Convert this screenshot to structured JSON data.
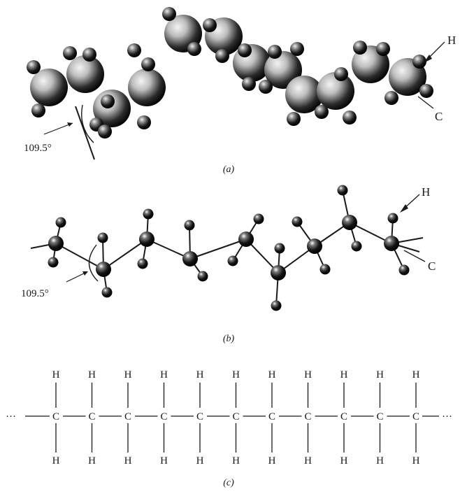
{
  "figure": {
    "panel_a": {
      "caption": "(a)",
      "angle_label": "109.5°",
      "hydrogen_label": "H",
      "carbon_label": "C"
    },
    "panel_b": {
      "caption": "(b)",
      "angle_label": "109.5°",
      "hydrogen_label": "H",
      "carbon_label": "C"
    },
    "panel_c": {
      "caption": "(c)",
      "carbon_symbol": "C",
      "hydrogen_symbol": "H",
      "left_ellipsis": "···",
      "right_ellipsis": "···",
      "carbon_count": 11
    },
    "colors": {
      "ink": "#1a1a1a",
      "atom_dark": "#0d0d0d",
      "atom_light": "#d9d9d9"
    }
  }
}
